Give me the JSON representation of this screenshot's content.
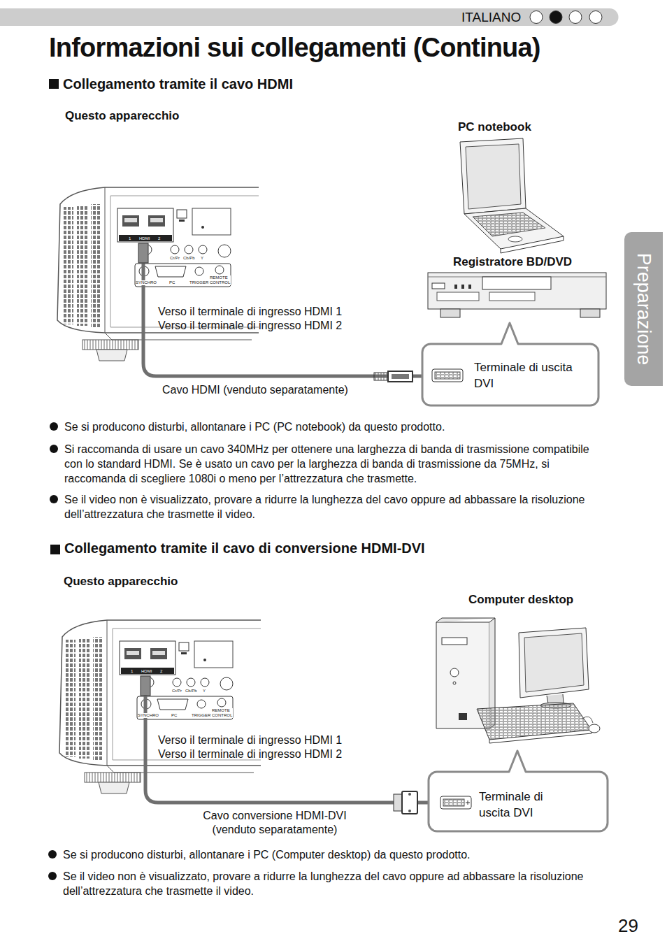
{
  "diagram": {
    "title": "Informazioni sui collegamenti (Continua)",
    "nodes": [
      {
        "text": [
          "ITALIANO"
        ]
      },
      {
        "text": [
          "Questo apparecchio"
        ]
      },
      {
        "text": [
          "PC notebook"
        ]
      },
      {
        "text": [
          "Registratore BD/DVD"
        ]
      },
      {
        "text": [
          "Terminale di uscita DVI"
        ]
      },
      {
        "text": [
          "Preparazione"
        ]
      },
      {
        "text": [
          "Questo apparecchio"
        ]
      },
      {
        "text": [
          "Computer desktop"
        ]
      },
      {
        "text": [
          "Terminale di uscita DVI"
        ]
      }
    ],
    "edges": [
      {
        "from": 1,
        "to": 4,
        "arrow": "none",
        "label": "Cavo HDMI (venduto separatamente)"
      },
      {
        "from": 6,
        "to": 8,
        "arrow": "none",
        "label": "Cavo conversione HDMI-DVI (venduto separatamente)"
      }
    ],
    "labels": [
      "Collegamento tramite il cavo HDMI",
      "HDMI",
      "1",
      "2",
      "Cr/Pr",
      "Cb/Pb",
      "Y",
      "SYNCHRO",
      "PC",
      "TRIGGER",
      "REMOTE CONTROL",
      "Verso il terminale di ingresso HDMI 1",
      "Verso il terminale di ingresso HDMI 2",
      "Se si producono disturbi, allontanare i PC (PC notebook) da questo prodotto.",
      "Si raccomanda di usare un cavo 340MHz per ottenere una larghezza di banda di trasmissione compatibile con lo standard HDMI. Se è usato un cavo per la larghezza di banda di trasmissione da 75MHz, si raccomanda di scegliere 1080i o meno per l’attrezzatura che trasmette.",
      "Se il video non è visualizzato, provare a ridurre la lunghezza del cavo oppure ad abbassare la risoluzione dell’attrezzatura che trasmette il video.",
      "Collegamento tramite il cavo di conversione HDMI-DVI",
      "HDMI",
      "1",
      "2",
      "Cr/Pr",
      "Cb/Pb",
      "Y",
      "SYNCHRO",
      "PC",
      "TRIGGER",
      "REMOTE CONTROL",
      "Verso il terminale di ingresso HDMI 1",
      "Verso il terminale di ingresso HDMI 2",
      "Se si producono disturbi, allontanare i PC (Computer desktop) da questo prodotto.",
      "Se il video non è visualizzato, provare a ridurre la lunghezza del cavo oppure ad abbassare la risoluzione dell’attrezzatura che trasmette il video.",
      "29"
    ]
  }
}
